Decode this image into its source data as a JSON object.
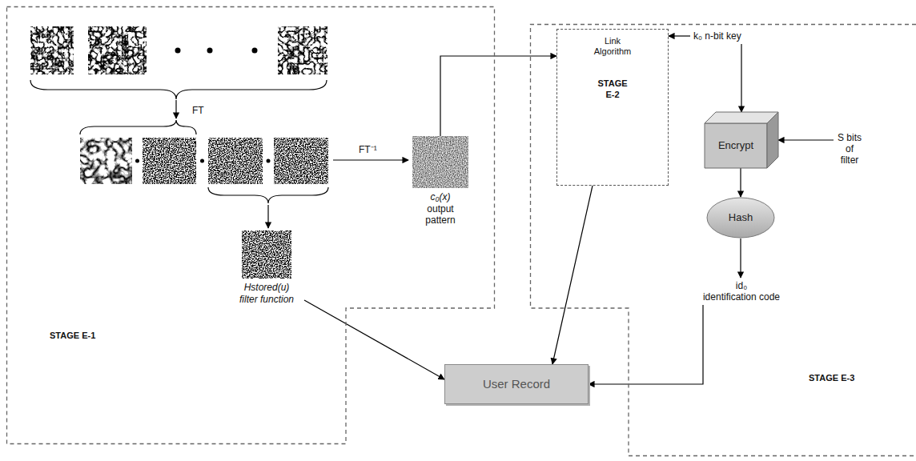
{
  "diagram": {
    "nodes": [
      {
        "text": [
          "STAGE E-1"
        ]
      },
      {
        "text": [
          "c₀(x)",
          "output pattern"
        ],
        "in": 0
      },
      {
        "text": [
          "Hstored(u)",
          "filter function"
        ],
        "in": 0
      },
      {
        "text": [
          "STAGE E-3"
        ]
      },
      {
        "text": [
          "Link Algorithm",
          "STAGE E-2"
        ],
        "in": 3
      },
      {
        "text": [
          "k₀ n-bit key"
        ],
        "in": 3
      },
      {
        "text": [
          "Encrypt"
        ],
        "in": 3
      },
      {
        "text": [
          "S bits of filter"
        ],
        "in": 3
      },
      {
        "text": [
          "Hash"
        ],
        "in": 3
      },
      {
        "text": [
          "id₀",
          "identification code"
        ],
        "in": 3
      },
      {
        "text": [
          "User Record"
        ]
      }
    ],
    "edges": [
      {
        "from": 1,
        "to": 4,
        "arrow": "to"
      },
      {
        "from": 5,
        "to": 4,
        "arrow": "to"
      },
      {
        "from": 5,
        "to": 6,
        "arrow": "to"
      },
      {
        "from": 7,
        "to": 6,
        "arrow": "to"
      },
      {
        "from": 6,
        "to": 8,
        "arrow": "to"
      },
      {
        "from": 8,
        "to": 9,
        "arrow": "to"
      },
      {
        "from": 9,
        "to": 10,
        "arrow": "to"
      },
      {
        "from": 2,
        "to": 10,
        "arrow": "to"
      },
      {
        "from": 4,
        "to": 10,
        "arrow": "to"
      }
    ],
    "labels": [
      "FT",
      "FT⁻¹"
    ]
  }
}
